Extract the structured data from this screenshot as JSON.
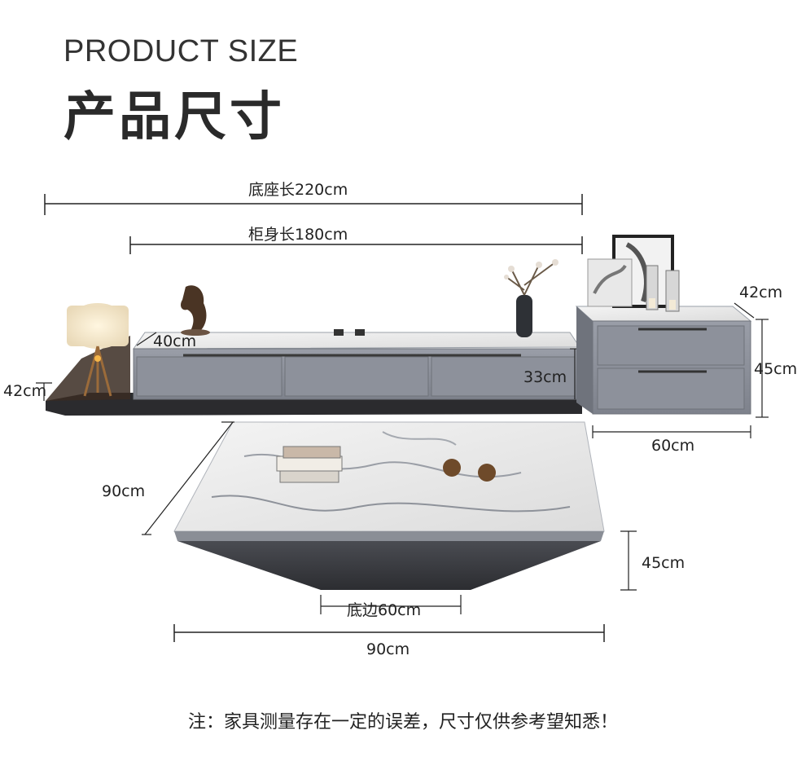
{
  "header": {
    "title_en": "PRODUCT SIZE",
    "title_cn": "产品尺寸"
  },
  "dimensions": {
    "base_length": "底座长220cm",
    "body_length": "柜身长180cm",
    "tv_depth_top": "40cm",
    "base_depth": "42cm",
    "tv_height": "33cm",
    "side_depth": "42cm",
    "side_height": "45cm",
    "side_width": "60cm",
    "table_depth": "90cm",
    "table_height": "45cm",
    "table_base": "底边60cm",
    "table_width": "90cm"
  },
  "note": "注：家具测量存在一定的误差，尺寸仅供参考望知悉！",
  "colors": {
    "cabinet_gray": "#8e929c",
    "base_black": "#2b2b2e",
    "marble": "#eeeeee",
    "line": "#222222"
  }
}
